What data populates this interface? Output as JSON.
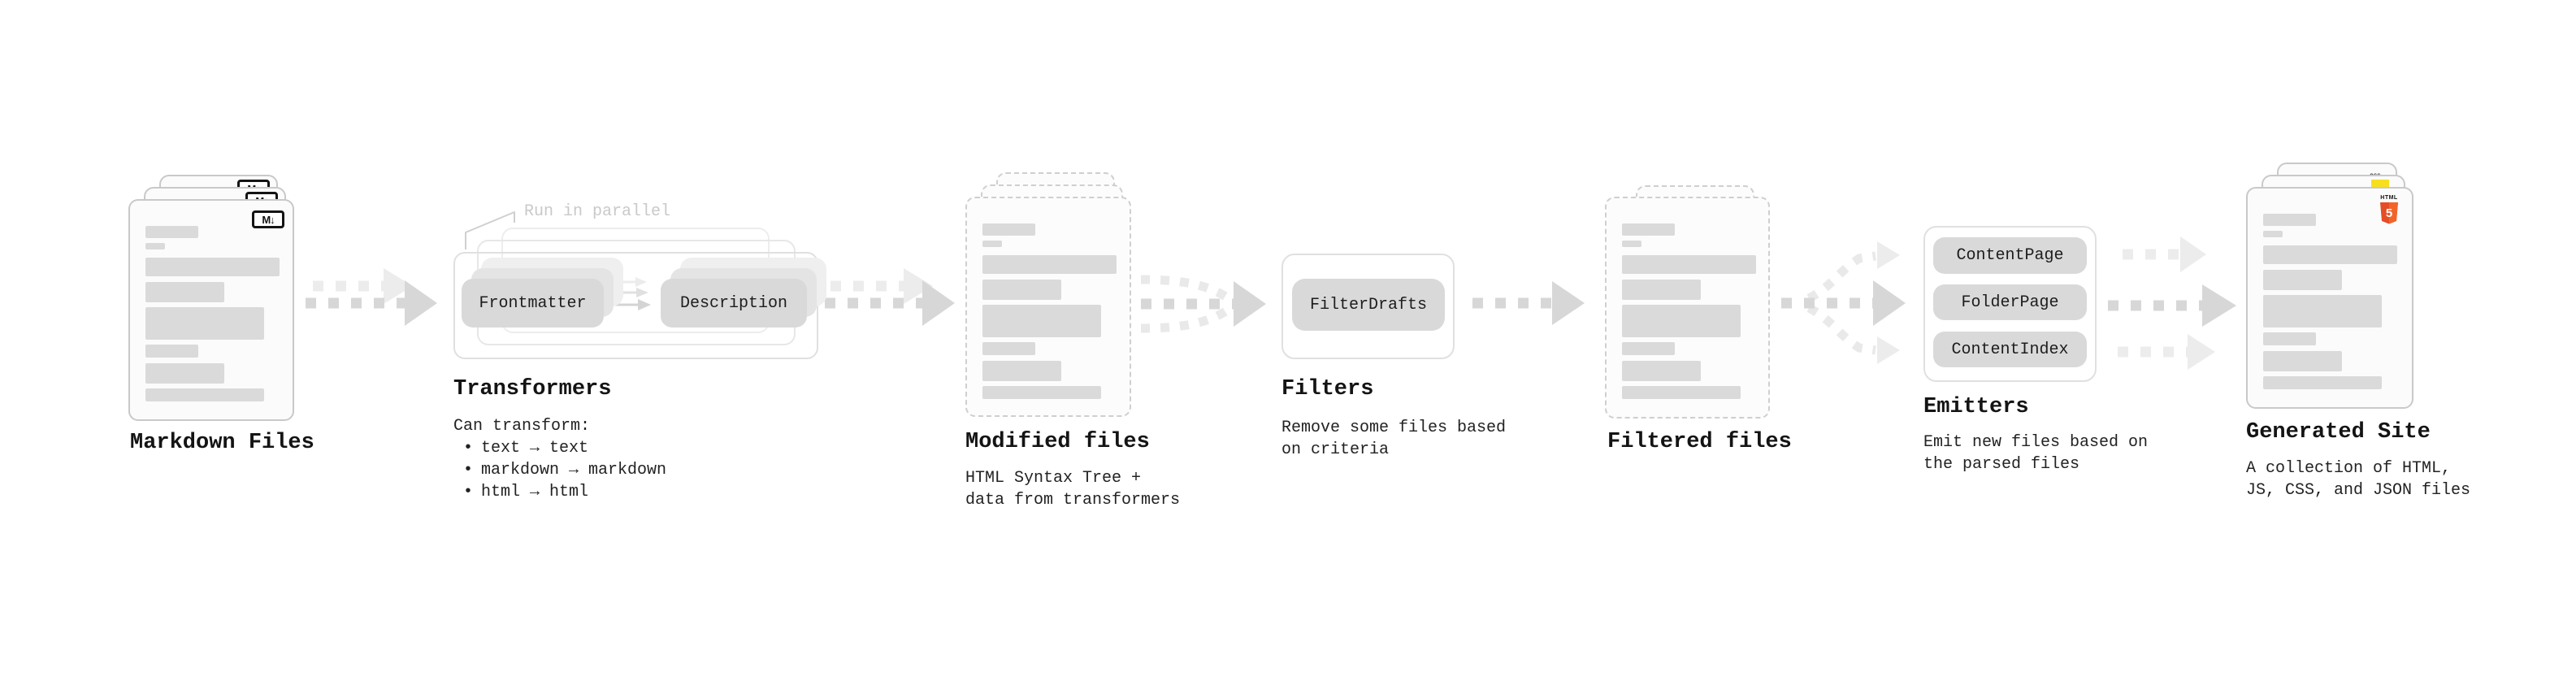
{
  "stages": [
    {
      "id": "markdown-files",
      "title": "Markdown Files"
    },
    {
      "id": "transformers",
      "title": "Transformers",
      "note": "Run in parallel",
      "subtitle": "Can transform:",
      "bullet_char": "•",
      "bullets": [
        "text → text",
        "markdown → markdown",
        "html → html"
      ],
      "pills": [
        "Frontmatter",
        "Description"
      ]
    },
    {
      "id": "modified-files",
      "title": "Modified files",
      "subtitle_lines": [
        "HTML Syntax Tree +",
        "data from transformers"
      ]
    },
    {
      "id": "filters",
      "title": "Filters",
      "subtitle_lines": [
        "Remove some files based",
        "on criteria"
      ],
      "pills": [
        "FilterDrafts"
      ]
    },
    {
      "id": "filtered-files",
      "title": "Filtered files"
    },
    {
      "id": "emitters",
      "title": "Emitters",
      "subtitle_lines": [
        "Emit new files based on",
        "the parsed files"
      ],
      "pills": [
        "ContentPage",
        "FolderPage",
        "ContentIndex"
      ]
    },
    {
      "id": "generated-site",
      "title": "Generated Site",
      "subtitle_lines": [
        "A collection of HTML,",
        "JS, CSS, and JSON files"
      ]
    }
  ],
  "badges": {
    "markdown": "M↓",
    "html5": {
      "top": "HTML",
      "number": "5"
    },
    "css": "CSS"
  },
  "colors": {
    "html5_orange": "#e44d26",
    "html5_orange_light": "#f16529",
    "js_yellow": "#f7df1e",
    "css_blue": "#2965f1",
    "arrow_dark": "#d7d7d7",
    "arrow_light": "#ececec",
    "card_border": "#c9c9c9",
    "skeleton_bar": "#dadada",
    "pill_gray": "#d9d9d9",
    "note_gray": "#c9c9c9"
  }
}
